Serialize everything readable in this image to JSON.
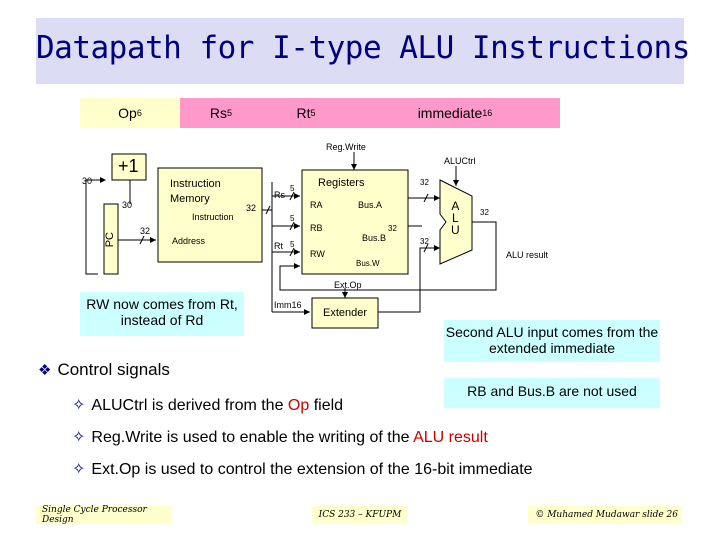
{
  "slide_title": "Datapath for I-type ALU Instructions",
  "format": {
    "op": "Op",
    "op_bits": "6",
    "rs": "Rs",
    "rs_bits": "5",
    "rt": "Rt",
    "rt_bits": "5",
    "imm": "immediate",
    "imm_bits": "16"
  },
  "datapath": {
    "plus_one": "+1",
    "pc": "PC",
    "pc_width_top": "30",
    "pc_width_mid": "30",
    "pc_width_addr": "32",
    "imem_line1": "Instruction",
    "imem_line2": "Memory",
    "instruction": "Instruction",
    "address": "Address",
    "instr_width": "32",
    "regwrite": "Reg.Write",
    "aluctrl": "ALUCtrl",
    "registers": "Registers",
    "rs": "Rs",
    "rt": "Rt",
    "five_a": "5",
    "five_b": "5",
    "five_c": "5",
    "ra": "RA",
    "rb": "RB",
    "rw": "RW",
    "busa": "Bus.A",
    "busb": "Bus.B",
    "busw": "Bus.W",
    "w32_busa": "32",
    "w32_busb": "32",
    "w32_alu_in_b": "32",
    "w32_alu_out": "32",
    "alu_a": "A",
    "alu_l": "L",
    "alu_u": "U",
    "alu_result": "ALU result",
    "extop": "Ext.Op",
    "imm16": "Imm16",
    "extender": "Extender"
  },
  "notes": {
    "rw_note": "RW now comes from Rt, instead of Rd",
    "alu_input_note": "Second ALU input comes from the extended immediate",
    "rb_note": "RB and Bus.B are not used"
  },
  "control": {
    "heading": "Control signals",
    "aluctrl_name": "ALUCtrl",
    "aluctrl_mid": " is derived from the ",
    "aluctrl_field": "Op",
    "aluctrl_end": " field",
    "regwrite_name": "Reg.Write",
    "regwrite_mid": " is used to enable the writing of the ",
    "regwrite_target": "ALU result",
    "extop_name": "Ext.Op",
    "extop_text": " is used to control the extension of the 16-bit immediate"
  },
  "footer": {
    "left": "Single Cycle Processor Design",
    "middle": "ICS 233 – KFUPM",
    "right": "© Muhamed Mudawar  slide 26"
  },
  "colors": {
    "title": "#000080",
    "title_bg": "#dcdcf4",
    "field_op": "#ffffcc",
    "field_reg": "#ff99cc",
    "component": "#ffffcc",
    "note_bg": "#ccffff",
    "highlight": "#cc0000",
    "bullet": "#000080"
  }
}
